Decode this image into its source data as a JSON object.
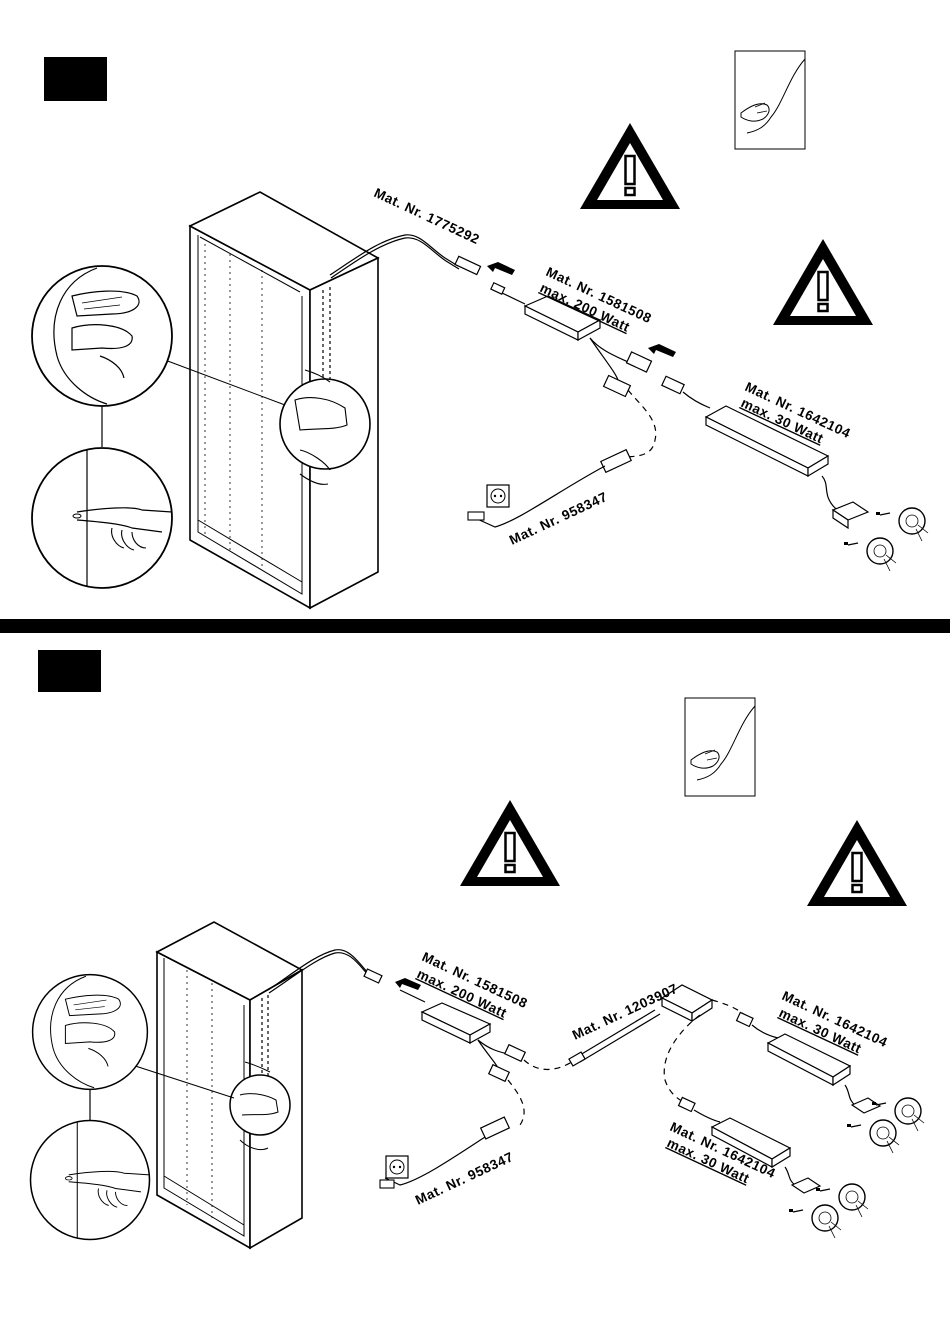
{
  "page": {
    "background": "#ffffff",
    "ink": "#000000"
  },
  "step1": {
    "labels": {
      "connector": "Mat. Nr. 1775292",
      "driver_nr": "Mat. Nr. 1581508",
      "driver_max": "max. 200 Watt",
      "led_nr": "Mat. Nr. 1642104",
      "led_max": "max. 30 Watt",
      "plug": "Mat. Nr. 958347"
    },
    "icons": [
      "step-number-box",
      "protective-film-icon",
      "warning-triangle-icon",
      "warning-triangle-icon",
      "cabinet",
      "hand-detail-icon",
      "power-socket-icon",
      "led-spot-icon"
    ]
  },
  "step2": {
    "labels": {
      "driver_nr": "Mat. Nr. 1581508",
      "driver_max": "max. 200 Watt",
      "splitter": "Mat. Nr. 1203907",
      "led1_nr": "Mat. Nr. 1642104",
      "led1_max": "max. 30 Watt",
      "led2_nr": "Mat. Nr. 1642104",
      "led2_max": "max. 30 Watt",
      "plug": "Mat. Nr. 958347"
    },
    "icons": [
      "step-number-box",
      "protective-film-icon",
      "warning-triangle-icon",
      "warning-triangle-icon",
      "cabinet",
      "hand-detail-icon",
      "power-socket-icon",
      "led-spot-icon"
    ]
  }
}
